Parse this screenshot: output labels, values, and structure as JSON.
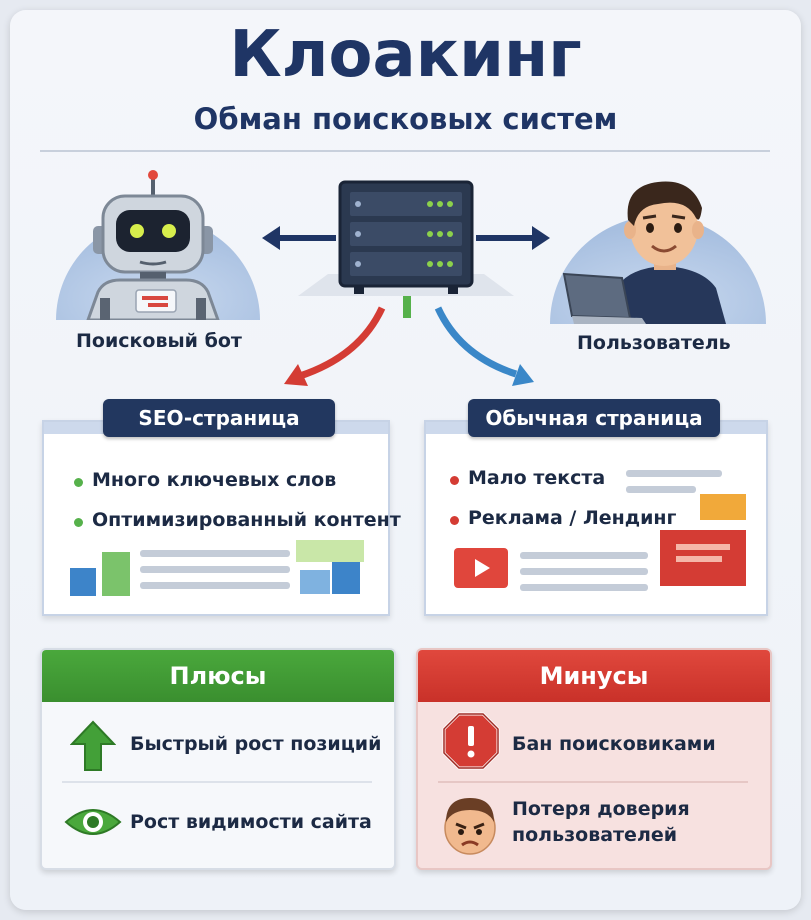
{
  "header": {
    "title": "Клоакинг",
    "subtitle": "Обман поисковых систем"
  },
  "actors": {
    "bot_label": "Поисковый бот",
    "user_label": "Пользователь"
  },
  "seo_page": {
    "tag": "SEO-страница",
    "bullets": [
      "Много ключевых слов",
      "Оптимизированный контент"
    ]
  },
  "normal_page": {
    "tag": "Обычная страница",
    "bullets": [
      "Мало текста",
      "Реклама / Лендинг"
    ]
  },
  "pros": {
    "title": "Плюсы",
    "items": [
      "Быстрый рост позиций",
      "Рост видимости сайта"
    ]
  },
  "cons": {
    "title": "Минусы",
    "items": [
      "Бан поисковиками",
      "Потеря доверия пользователей"
    ]
  },
  "colors": {
    "navy": "#1f3565",
    "green": "#3f9a34",
    "red": "#d43c34",
    "blue": "#3a87c8"
  },
  "icons": [
    "robot-icon",
    "server-icon",
    "user-icon",
    "laptop-icon",
    "arrow-up-icon",
    "eye-icon",
    "stop-sign-icon",
    "angry-face-icon"
  ]
}
